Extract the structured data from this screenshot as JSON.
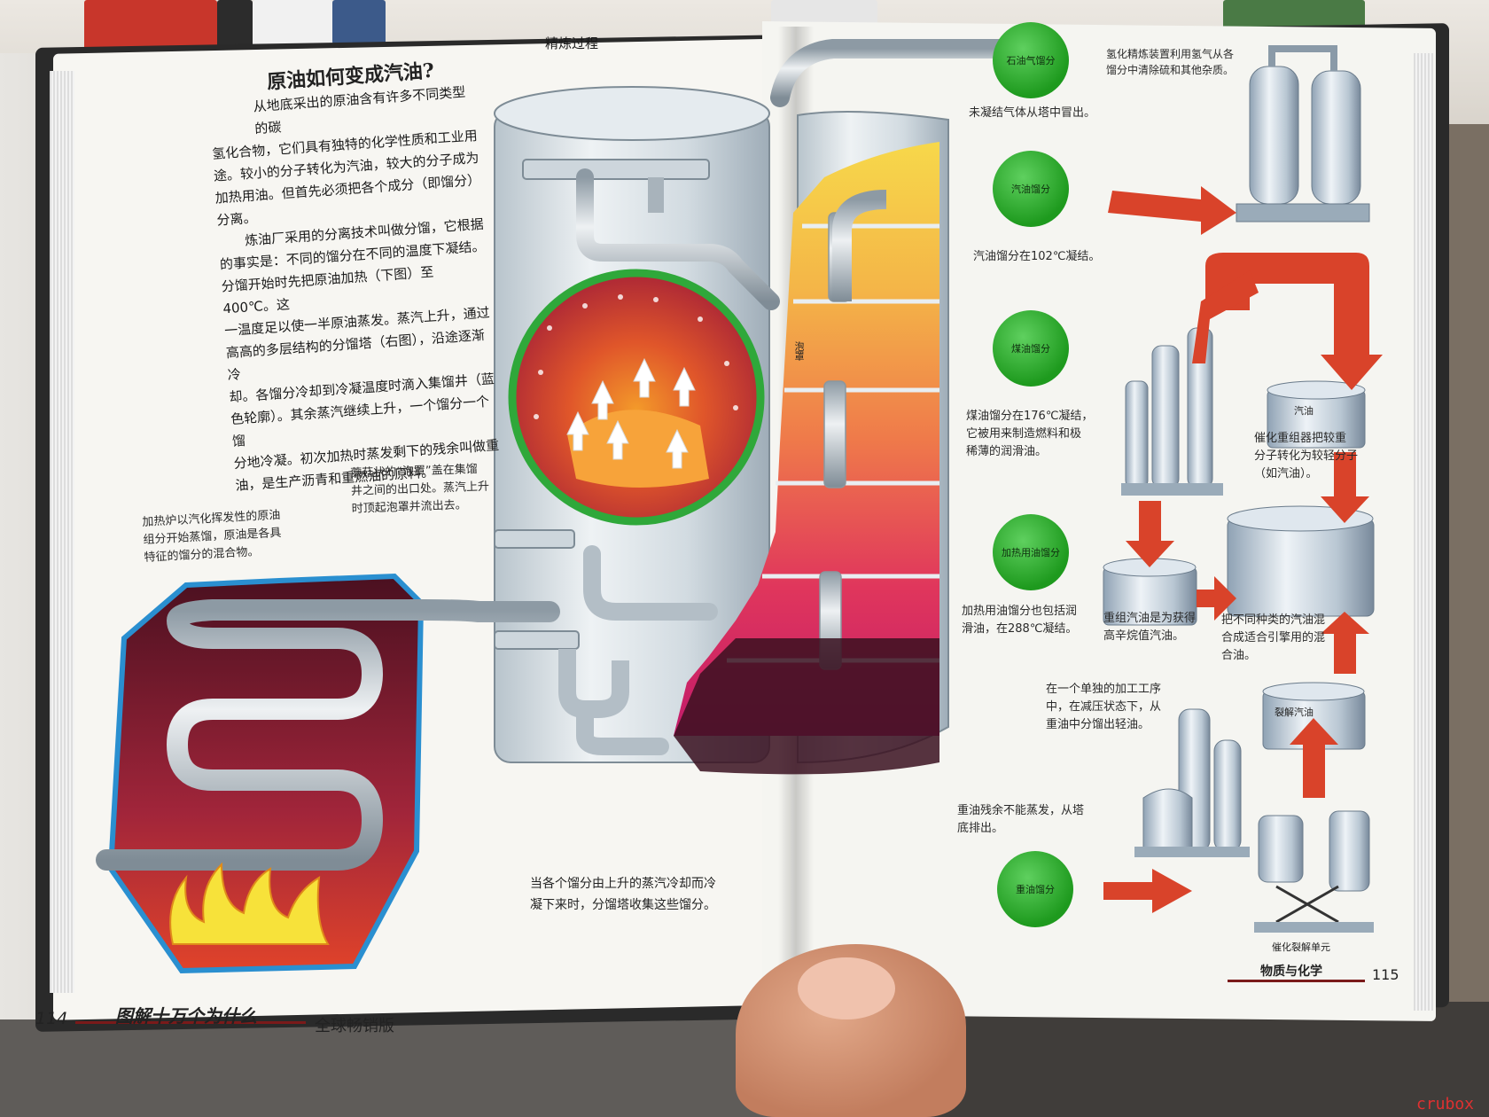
{
  "left_page": {
    "title": "原油如何变成汽油?",
    "section_label": "精炼过程",
    "paragraph_1": [
      "从地底采出的原油含有许多不同类型的碳",
      "氢化合物，它们具有独特的化学性质和工业用",
      "途。较小的分子转化为汽油，较大的分子成为",
      "加热用油。但首先必须把各个成分（即馏分）",
      "分离。"
    ],
    "paragraph_2": [
      "炼油厂采用的分离技术叫做分馏，它根据",
      "的事实是：不同的馏分在不同的温度下凝结。",
      "分馏开始时先把原油加热（下图）至400℃。这",
      "一温度足以使一半原油蒸发。蒸汽上升，通过",
      "高高的多层结构的分馏塔（右图），沿途逐渐冷",
      "却。各馏分冷却到冷凝温度时滴入集馏井（蓝",
      "色轮廓）。其余蒸汽继续上升，一个馏分一个馏",
      "分地冷凝。初次加热时蒸发剩下的残余叫做重",
      "油，是生产沥青和重燃油的原料。"
    ],
    "caption_mushroom": [
      "蘑菇状的“泡罩”盖在集馏",
      "井之间的出口处。蒸汽上升",
      "时顶起泡罩并流出去。"
    ],
    "caption_furnace": [
      "加热炉以汽化挥发性的原油",
      "组分开始蒸馏，原油是各具",
      "特征的馏分的混合物。"
    ],
    "page_number": "114",
    "footer_title": "图解十万个为什么",
    "footer_subtitle": "全球畅销版"
  },
  "right_page": {
    "bubble_cap_label": "泡罩",
    "fractions": [
      {
        "name": "石油气馏分",
        "caption": [
          "未凝结气体从塔中冒出。"
        ]
      },
      {
        "name": "汽油馏分",
        "caption": [
          "汽油馏分在102℃凝结。"
        ]
      },
      {
        "name": "煤油馏分",
        "caption": [
          "煤油馏分在176℃凝结，",
          "它被用来制造燃料和极",
          "稀薄的润滑油。"
        ]
      },
      {
        "name": "加热用油馏分",
        "caption": [
          "加热用油馏分也包括润",
          "滑油，在288℃凝结。"
        ]
      },
      {
        "name": "重油馏分",
        "caption": [
          "重油残余不能蒸发，从塔",
          "底排出。"
        ]
      }
    ],
    "bottom_caption": [
      "当各个馏分由上升的蒸汽冷却而冷",
      "凝下来时，分馏塔收集这些馏分。"
    ],
    "hydro_caption": [
      "氢化精炼装置利用氢气从各",
      "馏分中清除硫和其他杂质。"
    ],
    "catalytic_caption": [
      "催化重组器把较重",
      "分子转化为较轻分子",
      "（如汽油）。"
    ],
    "reformed_caption": [
      "重组汽油是为获得",
      "高辛烷值汽油。"
    ],
    "blend_caption": [
      "把不同种类的汽油混",
      "合成适合引擎用的混",
      "合油。"
    ],
    "vacuum_caption": [
      "在一个单独的加工工序",
      "中，在减压状态下，从",
      "重油中分馏出轻油。"
    ],
    "tank_gasoline": "汽油",
    "tank_cracked": "裂解汽油",
    "cracking_unit": "催化裂解单元",
    "page_number": "115",
    "footer_label": "物质与化学"
  },
  "watermark": "crubox",
  "colors": {
    "green_ball": "#2fb52f",
    "red_arrow": "#d9432a",
    "tower_silver": "#cfd8de",
    "heat_red": "#c8243a"
  }
}
